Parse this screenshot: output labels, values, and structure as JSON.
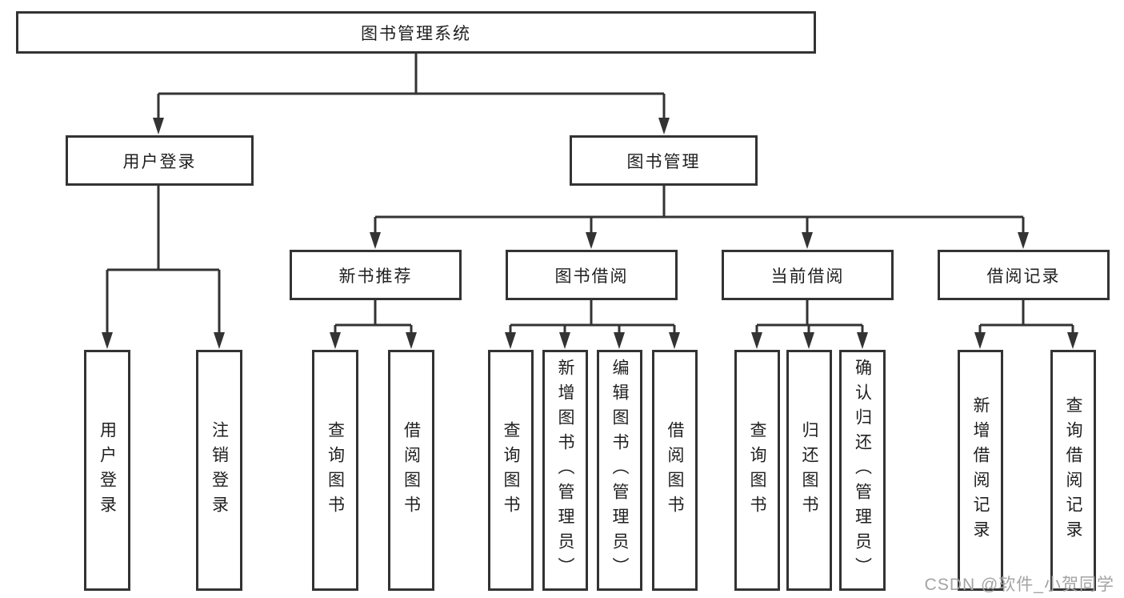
{
  "diagram": {
    "root": "图书管理系统",
    "branches": {
      "user_login": "用户登录",
      "book_management": "图书管理"
    },
    "modules": [
      "新书推荐",
      "图书借阅",
      "当前借阅",
      "借阅记录"
    ],
    "leaves": {
      "user_login": [
        "用户登录",
        "注销登录"
      ],
      "new_books": [
        "查询图书",
        "借阅图书"
      ],
      "borrowing": [
        "查询图书",
        "新增图书（管理员）",
        "编辑图书（管理员）",
        "借阅图书"
      ],
      "current": [
        "查询图书",
        "归还图书",
        "确认归还（管理员）"
      ],
      "records": [
        "新增借阅记录",
        "查询借阅记录"
      ]
    },
    "colors": {
      "line": "#333333",
      "text": "#1f1f1f",
      "watermark": "#a3a3a3",
      "background": "#ffffff"
    },
    "watermark": "CSDN @软件_小贺同学"
  }
}
